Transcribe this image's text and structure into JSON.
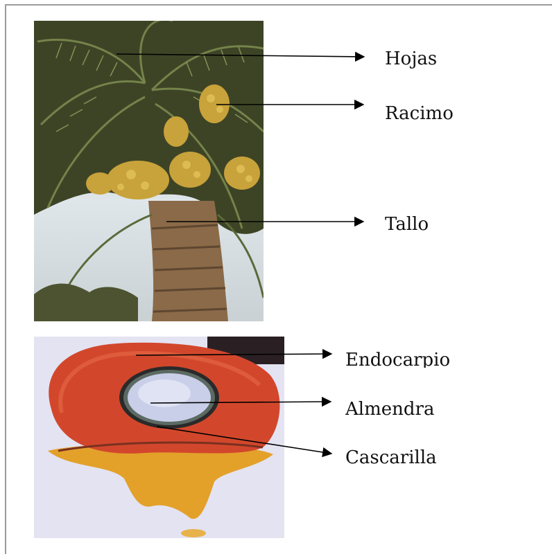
{
  "labels": {
    "hojas": "Hojas",
    "racimo": "Racimo",
    "tallo": "Tallo",
    "endocarpio": "Endocarpio",
    "almendra": "Almendra",
    "cascarilla": "Cascarilla"
  },
  "colors": {
    "fruit_skin": "#d2472c",
    "kernel": "#c9cfe8",
    "oil": "#e0a020",
    "frond": "#5b6a3a",
    "sky": "#cfd8de"
  }
}
